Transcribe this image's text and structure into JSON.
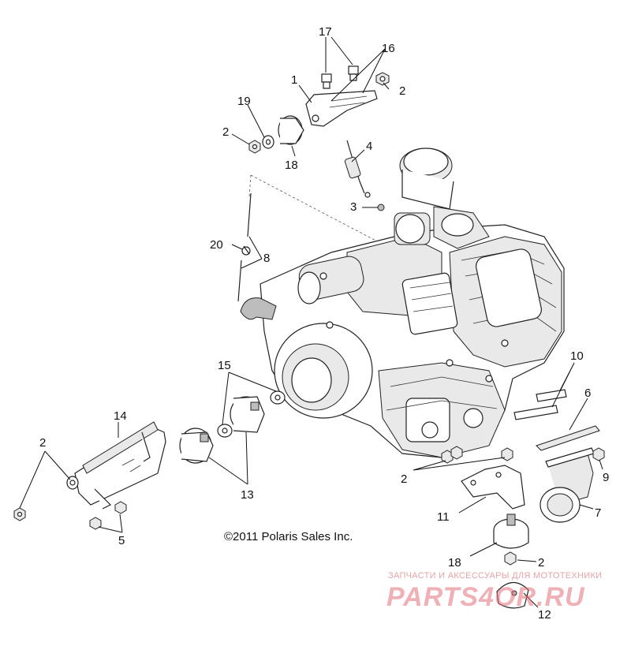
{
  "diagram": {
    "copyright": "©2011 Polaris Sales Inc.",
    "watermark": {
      "line1": "ЗАПЧАСТИ И АКСЕССУАРЫ ДЛЯ МОТОТЕХНИКИ",
      "line2": "PARTS4OR.RU"
    },
    "callouts": [
      {
        "id": "c17",
        "label": "17"
      },
      {
        "id": "c16",
        "label": "16"
      },
      {
        "id": "c1",
        "label": "1"
      },
      {
        "id": "c2a",
        "label": "2"
      },
      {
        "id": "c19",
        "label": "19"
      },
      {
        "id": "c2b",
        "label": "2"
      },
      {
        "id": "c18a",
        "label": "18"
      },
      {
        "id": "c4",
        "label": "4"
      },
      {
        "id": "c3",
        "label": "3"
      },
      {
        "id": "c20",
        "label": "20"
      },
      {
        "id": "c8",
        "label": "8"
      },
      {
        "id": "c10",
        "label": "10"
      },
      {
        "id": "c15",
        "label": "15"
      },
      {
        "id": "c6",
        "label": "6"
      },
      {
        "id": "c14",
        "label": "14"
      },
      {
        "id": "c2c",
        "label": "2"
      },
      {
        "id": "c9",
        "label": "9"
      },
      {
        "id": "c2d",
        "label": "2"
      },
      {
        "id": "c13",
        "label": "13"
      },
      {
        "id": "c11",
        "label": "11"
      },
      {
        "id": "c7",
        "label": "7"
      },
      {
        "id": "c5",
        "label": "5"
      },
      {
        "id": "c18b",
        "label": "18"
      },
      {
        "id": "c2e",
        "label": "2"
      },
      {
        "id": "c12",
        "label": "12"
      }
    ]
  }
}
